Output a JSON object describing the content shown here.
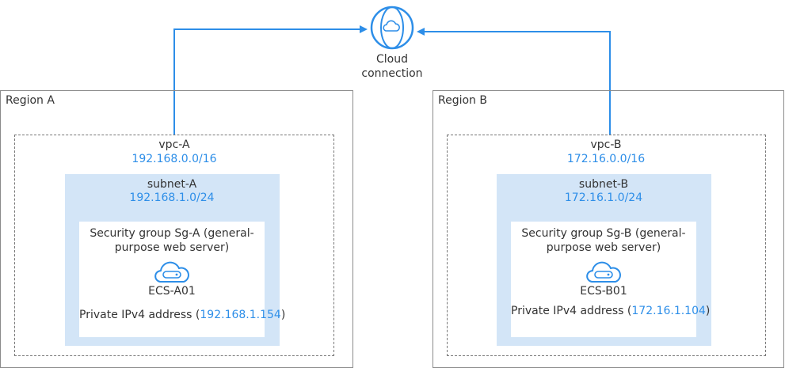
{
  "cloud_connection": {
    "line1": "Cloud",
    "line2": "connection"
  },
  "regions": [
    {
      "label": "Region A",
      "vpc": {
        "name": "vpc-A",
        "cidr": "192.168.0.0/16"
      },
      "subnet": {
        "name": "subnet-A",
        "cidr": "192.168.1.0/24"
      },
      "security_group": {
        "line1": "Security group Sg-A (general-",
        "line2": "purpose web server)"
      },
      "ecs": {
        "name": "ECS-A01",
        "ip_prefix": "Private IPv4 address (",
        "ip": "192.168.1.154",
        "ip_suffix": ")"
      }
    },
    {
      "label": "Region B",
      "vpc": {
        "name": "vpc-B",
        "cidr": "172.16.0.0/16"
      },
      "subnet": {
        "name": "subnet-B",
        "cidr": "172.16.1.0/24"
      },
      "security_group": {
        "line1": "Security group Sg-B (general-",
        "line2": "purpose web server)"
      },
      "ecs": {
        "name": "ECS-B01",
        "ip_prefix": "Private IPv4 address (",
        "ip": "172.16.1.104",
        "ip_suffix": ")"
      }
    }
  ],
  "colors": {
    "accent": "#2d8ee8",
    "subnet_fill": "#d3e5f7",
    "border": "#8a8a8a"
  }
}
